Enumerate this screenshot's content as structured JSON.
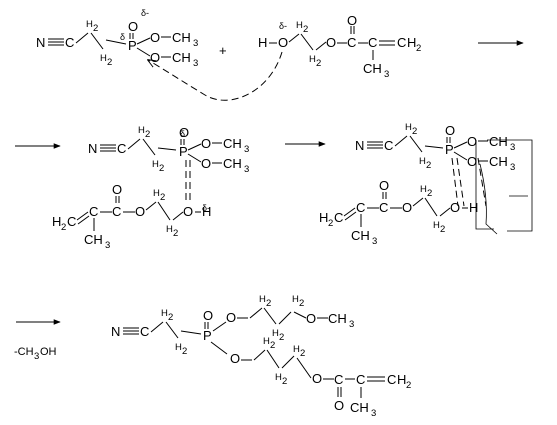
{
  "scheme": {
    "atoms": {
      "N": "N",
      "C": "C",
      "O": "O",
      "P": "P",
      "H": "H",
      "H2": "H",
      "sub2": "2",
      "sub3": "3",
      "CH3": "CH",
      "delta_minus": "δ-",
      "delta": "δ"
    },
    "operators": {
      "plus": "+"
    },
    "byproduct": {
      "label": "-CH",
      "sub": "3",
      "tail": "OH"
    }
  }
}
